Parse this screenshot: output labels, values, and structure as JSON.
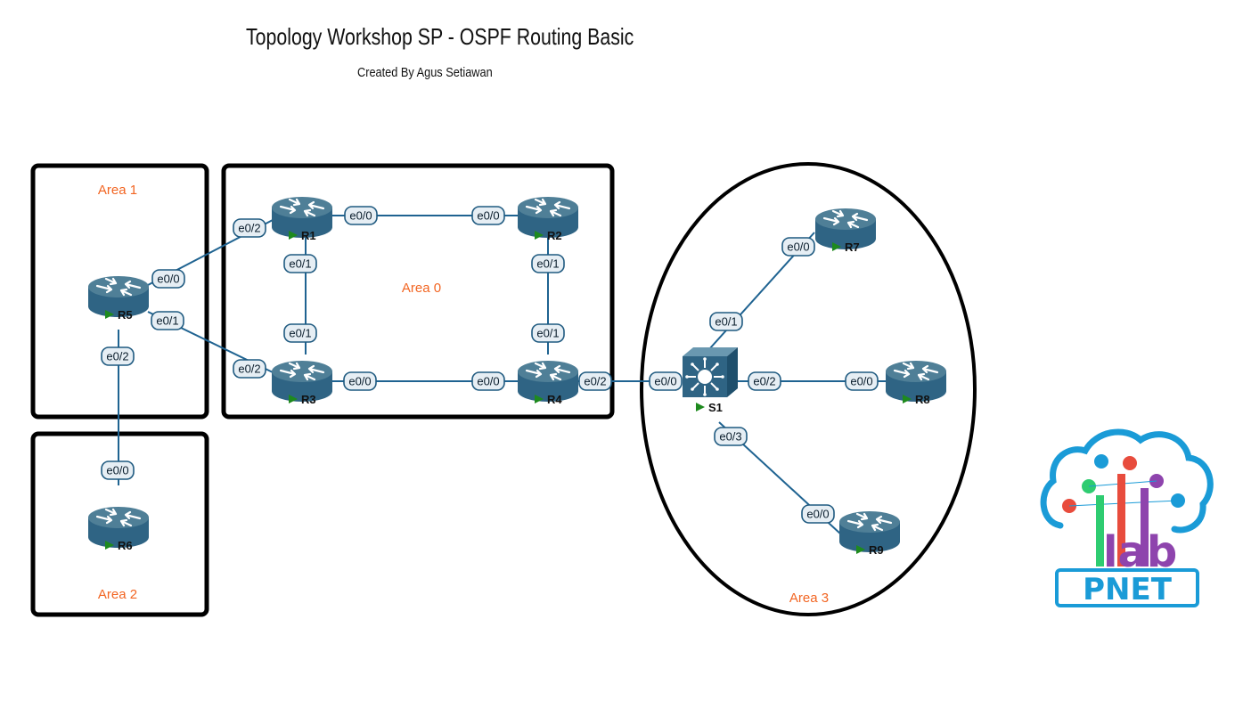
{
  "header": {
    "title": "Topology Workshop SP - OSPF Routing Basic",
    "subtitle": "Created By Agus Setiawan"
  },
  "colors": {
    "link": "#1f6391",
    "area_label": "#f26522",
    "device_top": "#4f7f97",
    "device_body": "#2f6484",
    "port_fill": "#e6eef4",
    "port_stroke": "#1f5a80",
    "run_arrow": "#1e8a1e",
    "boundary": "#000000"
  },
  "areas": [
    {
      "id": "area1",
      "label": "Area 1"
    },
    {
      "id": "area0",
      "label": "Area 0"
    },
    {
      "id": "area2",
      "label": "Area 2"
    },
    {
      "id": "area3",
      "label": "Area 3"
    }
  ],
  "devices": [
    {
      "id": "R1",
      "label": "R1",
      "type": "router"
    },
    {
      "id": "R2",
      "label": "R2",
      "type": "router"
    },
    {
      "id": "R3",
      "label": "R3",
      "type": "router"
    },
    {
      "id": "R4",
      "label": "R4",
      "type": "router"
    },
    {
      "id": "R5",
      "label": "R5",
      "type": "router"
    },
    {
      "id": "R6",
      "label": "R6",
      "type": "router"
    },
    {
      "id": "R7",
      "label": "R7",
      "type": "router"
    },
    {
      "id": "R8",
      "label": "R8",
      "type": "router"
    },
    {
      "id": "R9",
      "label": "R9",
      "type": "router"
    },
    {
      "id": "S1",
      "label": "S1",
      "type": "switch"
    }
  ],
  "links": [
    {
      "from": "R1",
      "from_port": "e0/0",
      "to": "R2",
      "to_port": "e0/0"
    },
    {
      "from": "R1",
      "from_port": "e0/1",
      "to": "R3",
      "to_port": "e0/1"
    },
    {
      "from": "R2",
      "from_port": "e0/1",
      "to": "R4",
      "to_port": "e0/1"
    },
    {
      "from": "R3",
      "from_port": "e0/0",
      "to": "R4",
      "to_port": "e0/0"
    },
    {
      "from": "R5",
      "from_port": "e0/0",
      "to": "R1",
      "to_port": "e0/2"
    },
    {
      "from": "R5",
      "from_port": "e0/1",
      "to": "R3",
      "to_port": "e0/2"
    },
    {
      "from": "R5",
      "from_port": "e0/2",
      "to": "R6",
      "to_port": "e0/0"
    },
    {
      "from": "R4",
      "from_port": "e0/2",
      "to": "S1",
      "to_port": "e0/0"
    },
    {
      "from": "S1",
      "from_port": "e0/1",
      "to": "R7",
      "to_port": "e0/0"
    },
    {
      "from": "S1",
      "from_port": "e0/2",
      "to": "R8",
      "to_port": "e0/0"
    },
    {
      "from": "S1",
      "from_port": "e0/3",
      "to": "R9",
      "to_port": "e0/0"
    }
  ],
  "logo": {
    "text": "PNET",
    "subtext": "lab",
    "colors": [
      "#1a9bd7",
      "#e84c3d",
      "#2ecc71",
      "#8e44ad"
    ]
  }
}
